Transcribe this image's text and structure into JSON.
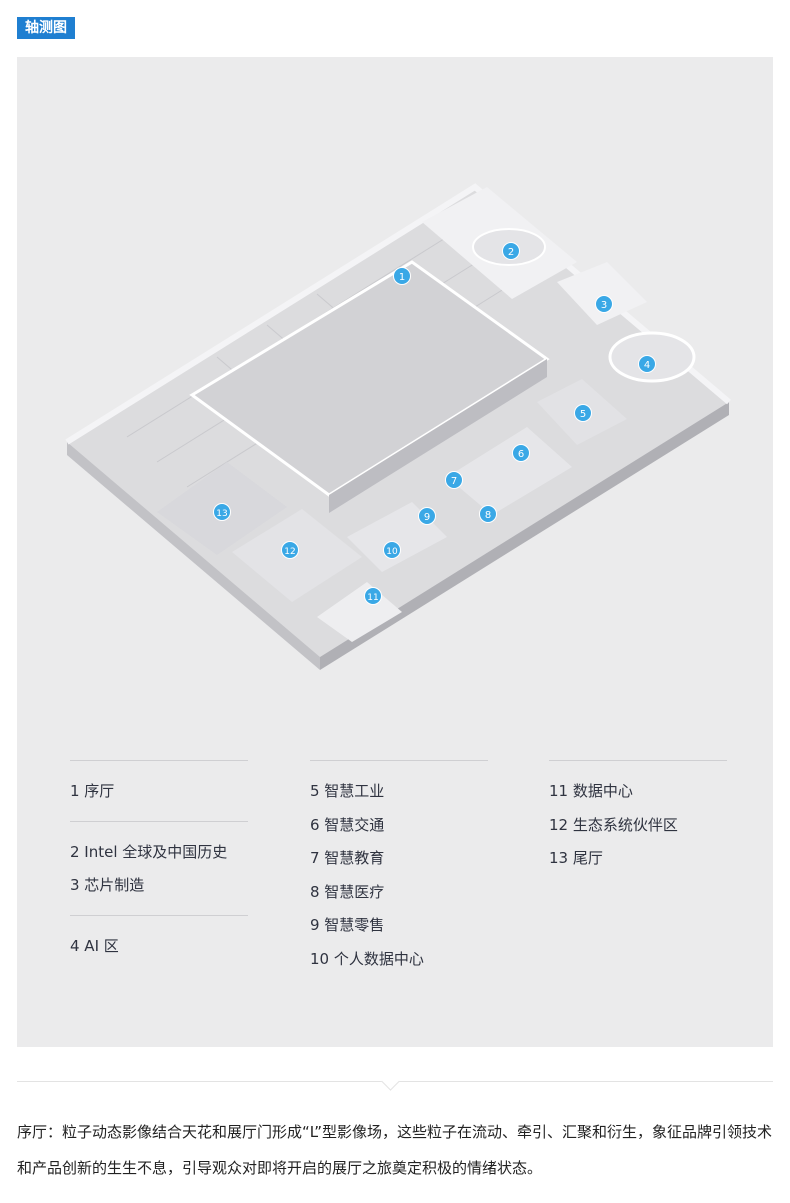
{
  "tag": "轴测图",
  "markers": [
    "1",
    "2",
    "3",
    "4",
    "5",
    "6",
    "7",
    "8",
    "9",
    "10",
    "11",
    "12",
    "13"
  ],
  "legend": {
    "col1": [
      [
        "1 序厅"
      ],
      [
        "2 Intel 全球及中国历史",
        "3 芯片制造"
      ],
      [
        "4 AI 区"
      ]
    ],
    "col2": [
      "5 智慧工业",
      "6 智慧交通",
      "7 智慧教育",
      "8 智慧医疗",
      "9 智慧零售",
      "10 个人数据中心"
    ],
    "col3": [
      "11 数据中心",
      "12 生态系统伙伴区",
      "13 尾厅"
    ]
  },
  "caption": "序厅：粒子动态影像结合天花和展厅门形成“L”型影像场，这些粒子在流动、牵引、汇聚和衍生，象征品牌引领技术和产品创新的生生不息，引导观众对即将开启的展厅之旅奠定积极的情绪状态。",
  "colors": {
    "accent": "#1f7fd1",
    "marker": "#3aa8e6",
    "panel": "#ebebec"
  }
}
